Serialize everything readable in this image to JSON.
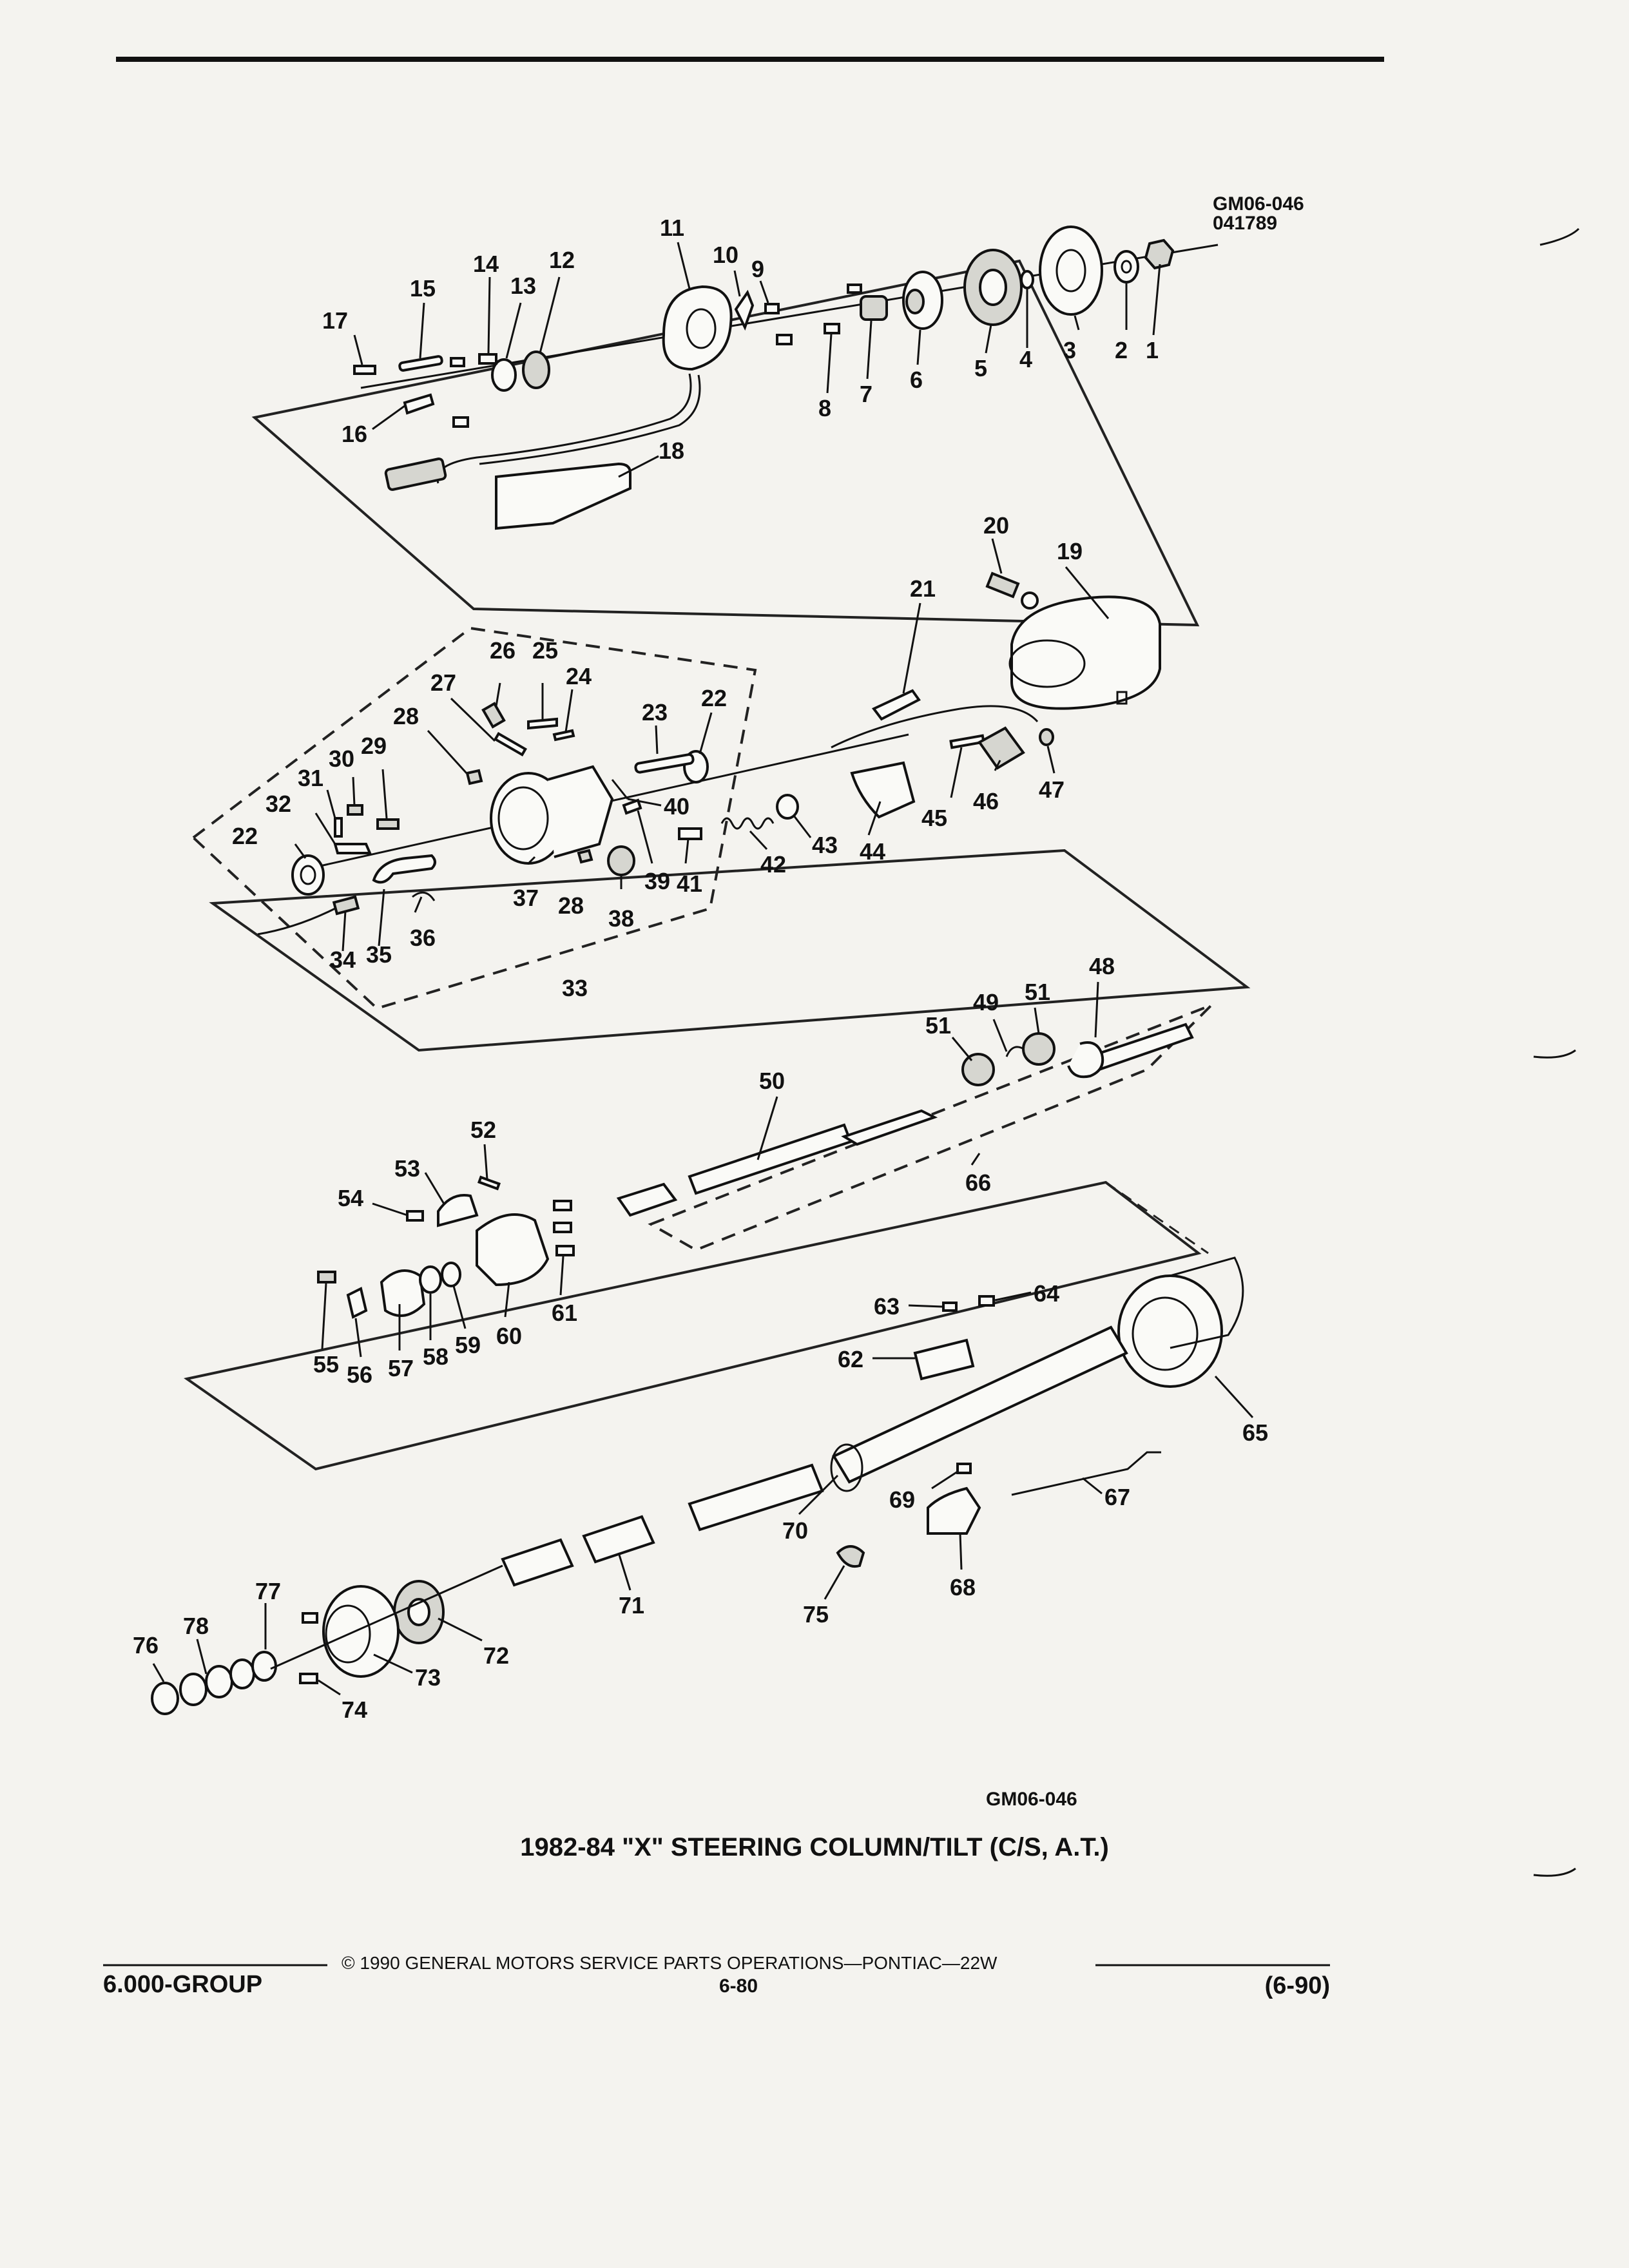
{
  "header": {
    "code": "GM06-046",
    "date_code": "041789"
  },
  "figure": {
    "code": "GM06-046",
    "title": "1982-84 \"X\" STEERING COLUMN/TILT (C/S, A.T.)"
  },
  "footer": {
    "group": "6.000-GROUP",
    "copyright": "© 1990 GENERAL MOTORS SERVICE PARTS OPERATIONS—PONTIAC—22W",
    "page": "6-80",
    "revision": "(6-90)"
  },
  "callouts": [
    "1",
    "2",
    "3",
    "4",
    "5",
    "6",
    "7",
    "8",
    "9",
    "10",
    "11",
    "12",
    "13",
    "14",
    "15",
    "16",
    "17",
    "18",
    "19",
    "20",
    "21",
    "22",
    "22",
    "23",
    "24",
    "25",
    "26",
    "27",
    "28",
    "28",
    "29",
    "30",
    "31",
    "32",
    "33",
    "34",
    "35",
    "36",
    "37",
    "38",
    "39",
    "40",
    "41",
    "42",
    "43",
    "44",
    "45",
    "46",
    "47",
    "48",
    "49",
    "50",
    "51",
    "51",
    "52",
    "53",
    "54",
    "55",
    "56",
    "57",
    "58",
    "59",
    "60",
    "61",
    "62",
    "63",
    "64",
    "65",
    "66",
    "67",
    "68",
    "69",
    "70",
    "71",
    "72",
    "73",
    "74",
    "75",
    "76",
    "77",
    "78"
  ]
}
